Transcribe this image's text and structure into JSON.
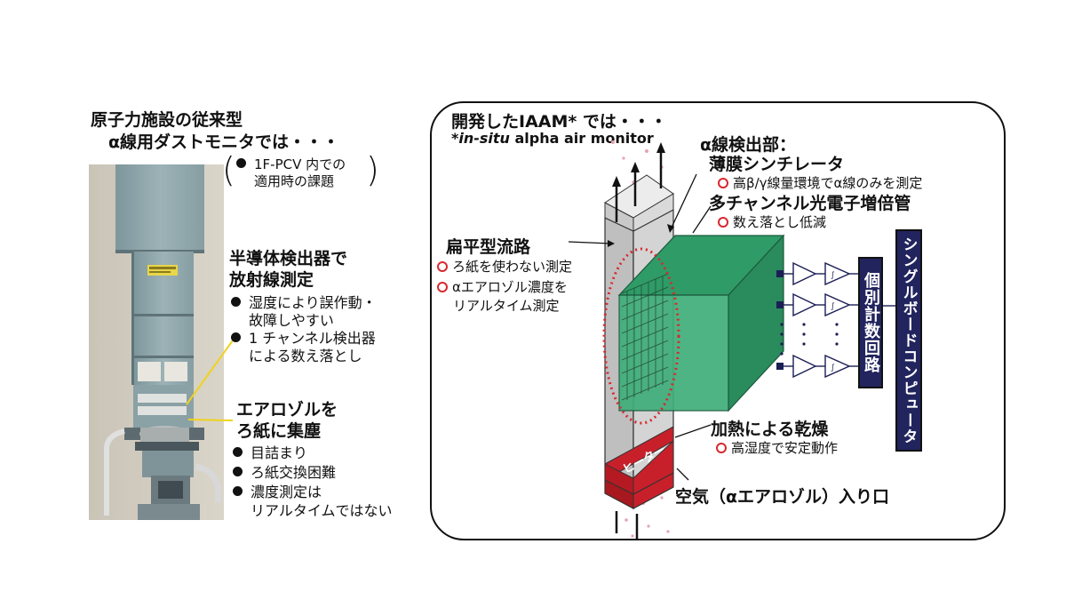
{
  "left": {
    "title_line1": "原子力施設の従来型",
    "title_line2": "α線用ダストモニタでは・・・",
    "issue_line1": "1F-PCV 内での",
    "issue_line2": "適用時の課題",
    "semi_title1": "半導体検出器で",
    "semi_title2": "放射線測定",
    "semi_items": [
      "湿度により誤作動・",
      "故障しやすい",
      "1 チャンネル検出器",
      "による数え落とし"
    ],
    "aerosol_title1": "エアロゾルを",
    "aerosol_title2": "ろ紙に集塵",
    "aerosol_items": [
      "目詰まり",
      "ろ紙交換困難",
      "濃度測定は",
      "リアルタイムではない"
    ]
  },
  "right": {
    "title": "開発したIAAM* では・・・",
    "subtitle_prefix": "*",
    "subtitle_italic": "in-situ",
    "subtitle_rest": " alpha air monitor",
    "detector_title": "α線検出部：",
    "scint_title": "薄膜シンチレータ",
    "scint_point": "高β/γ線量環境でα線のみを測定",
    "pmt_title": "多チャンネル光電子増倍管",
    "pmt_point": "数え落とし低減",
    "flow_title": "扁平型流路",
    "flow_point1": "ろ紙を使わない測定",
    "flow_point2a": "αエアロゾル濃度を",
    "flow_point2b": "リアルタイム測定",
    "counter_label": "個別計数回路",
    "sbc_label": "シングルボードコンピュータ",
    "heat_title": "加熱による乾燥",
    "heat_point": "高湿度で安定動作",
    "heater_label": "ヒーター",
    "inlet_label": "空気（αエアロゾル）入り口"
  },
  "colors": {
    "ring_red": "#d8282e",
    "cube_green": "#3fae7a",
    "heater_red": "#c8202a",
    "board_navy": "#22245e",
    "channel_gray": "#c8c8c8"
  }
}
